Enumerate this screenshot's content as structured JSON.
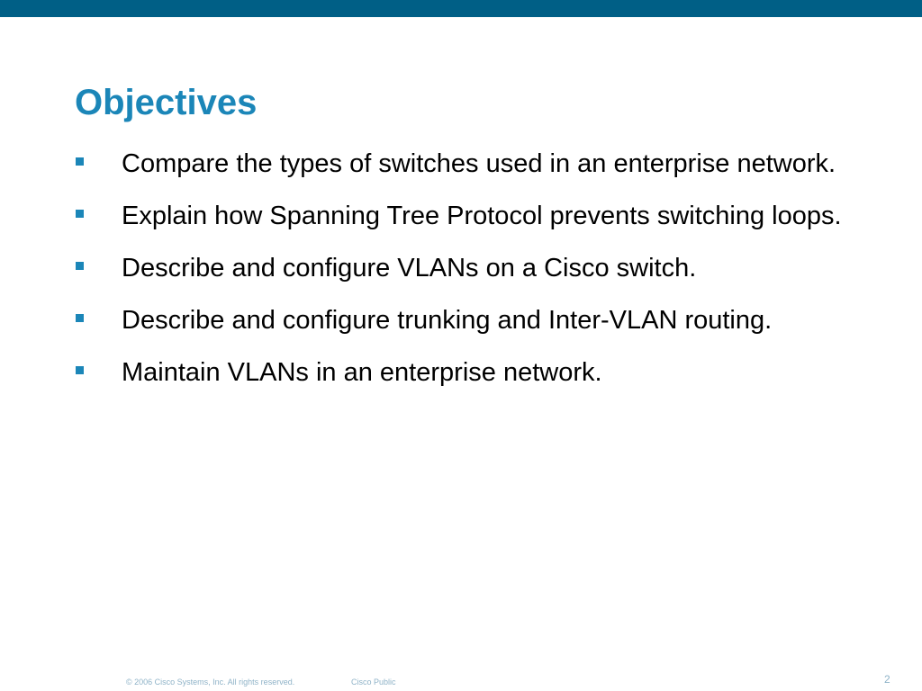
{
  "title": "Objectives",
  "bullets": [
    "Compare the types of switches used in an enterprise network.",
    "Explain how Spanning Tree Protocol prevents switching loops.",
    "Describe and configure VLANs on a Cisco switch.",
    "Describe and configure trunking and Inter-VLAN routing.",
    "Maintain VLANs in an enterprise network."
  ],
  "footer": {
    "copyright": "© 2006 Cisco Systems, Inc. All rights reserved.",
    "classification": "Cisco Public",
    "page_number": "2"
  },
  "colors": {
    "top_bar": "#005f86",
    "title": "#1b86b8",
    "bullet_marker": "#1b86b8",
    "footer_text": "#8fb3c8"
  }
}
